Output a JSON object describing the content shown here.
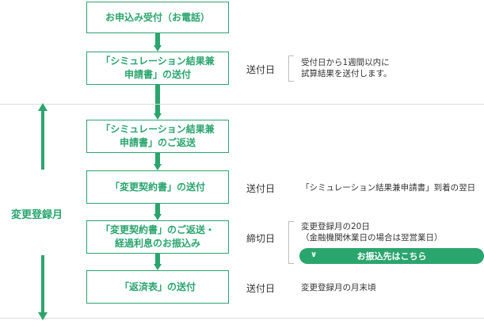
{
  "steps": [
    {
      "lines": [
        "お申込み受付（お電話）"
      ]
    },
    {
      "lines": [
        "「シミュレーション結果兼",
        "申請書」の送付"
      ]
    },
    {
      "lines": [
        "「シミュレーション結果兼",
        "申請書」のご返送"
      ]
    },
    {
      "lines": [
        "「変更契約書」の送付"
      ]
    },
    {
      "lines": [
        "「変更契約書」のご返送・",
        "経過利息のお振込み"
      ]
    },
    {
      "lines": [
        "「返済表」の送付"
      ]
    }
  ],
  "details": [
    {
      "label": "送付日",
      "lines": [
        "受付日から1週間以内に",
        "試算結果を送付します。"
      ]
    },
    {
      "label": "送付日",
      "lines": [
        "「シミュレーション結果兼申請書」到着の翌日"
      ]
    },
    {
      "label": "締切日",
      "lines": [
        "変更登録月の20日",
        "（金融機関休業日の場合は翌営業日）"
      ]
    },
    {
      "label": "送付日",
      "lines": [
        "変更登録月の月末頃"
      ]
    }
  ],
  "month_label": "変更登録月",
  "bank_button": {
    "label": "お振込先はこちら",
    "icon": "chevron-down-icon"
  },
  "colors": {
    "accent": "#2aa56e",
    "divider": "#dcdcdc",
    "bracket": "#bbbbbb"
  }
}
